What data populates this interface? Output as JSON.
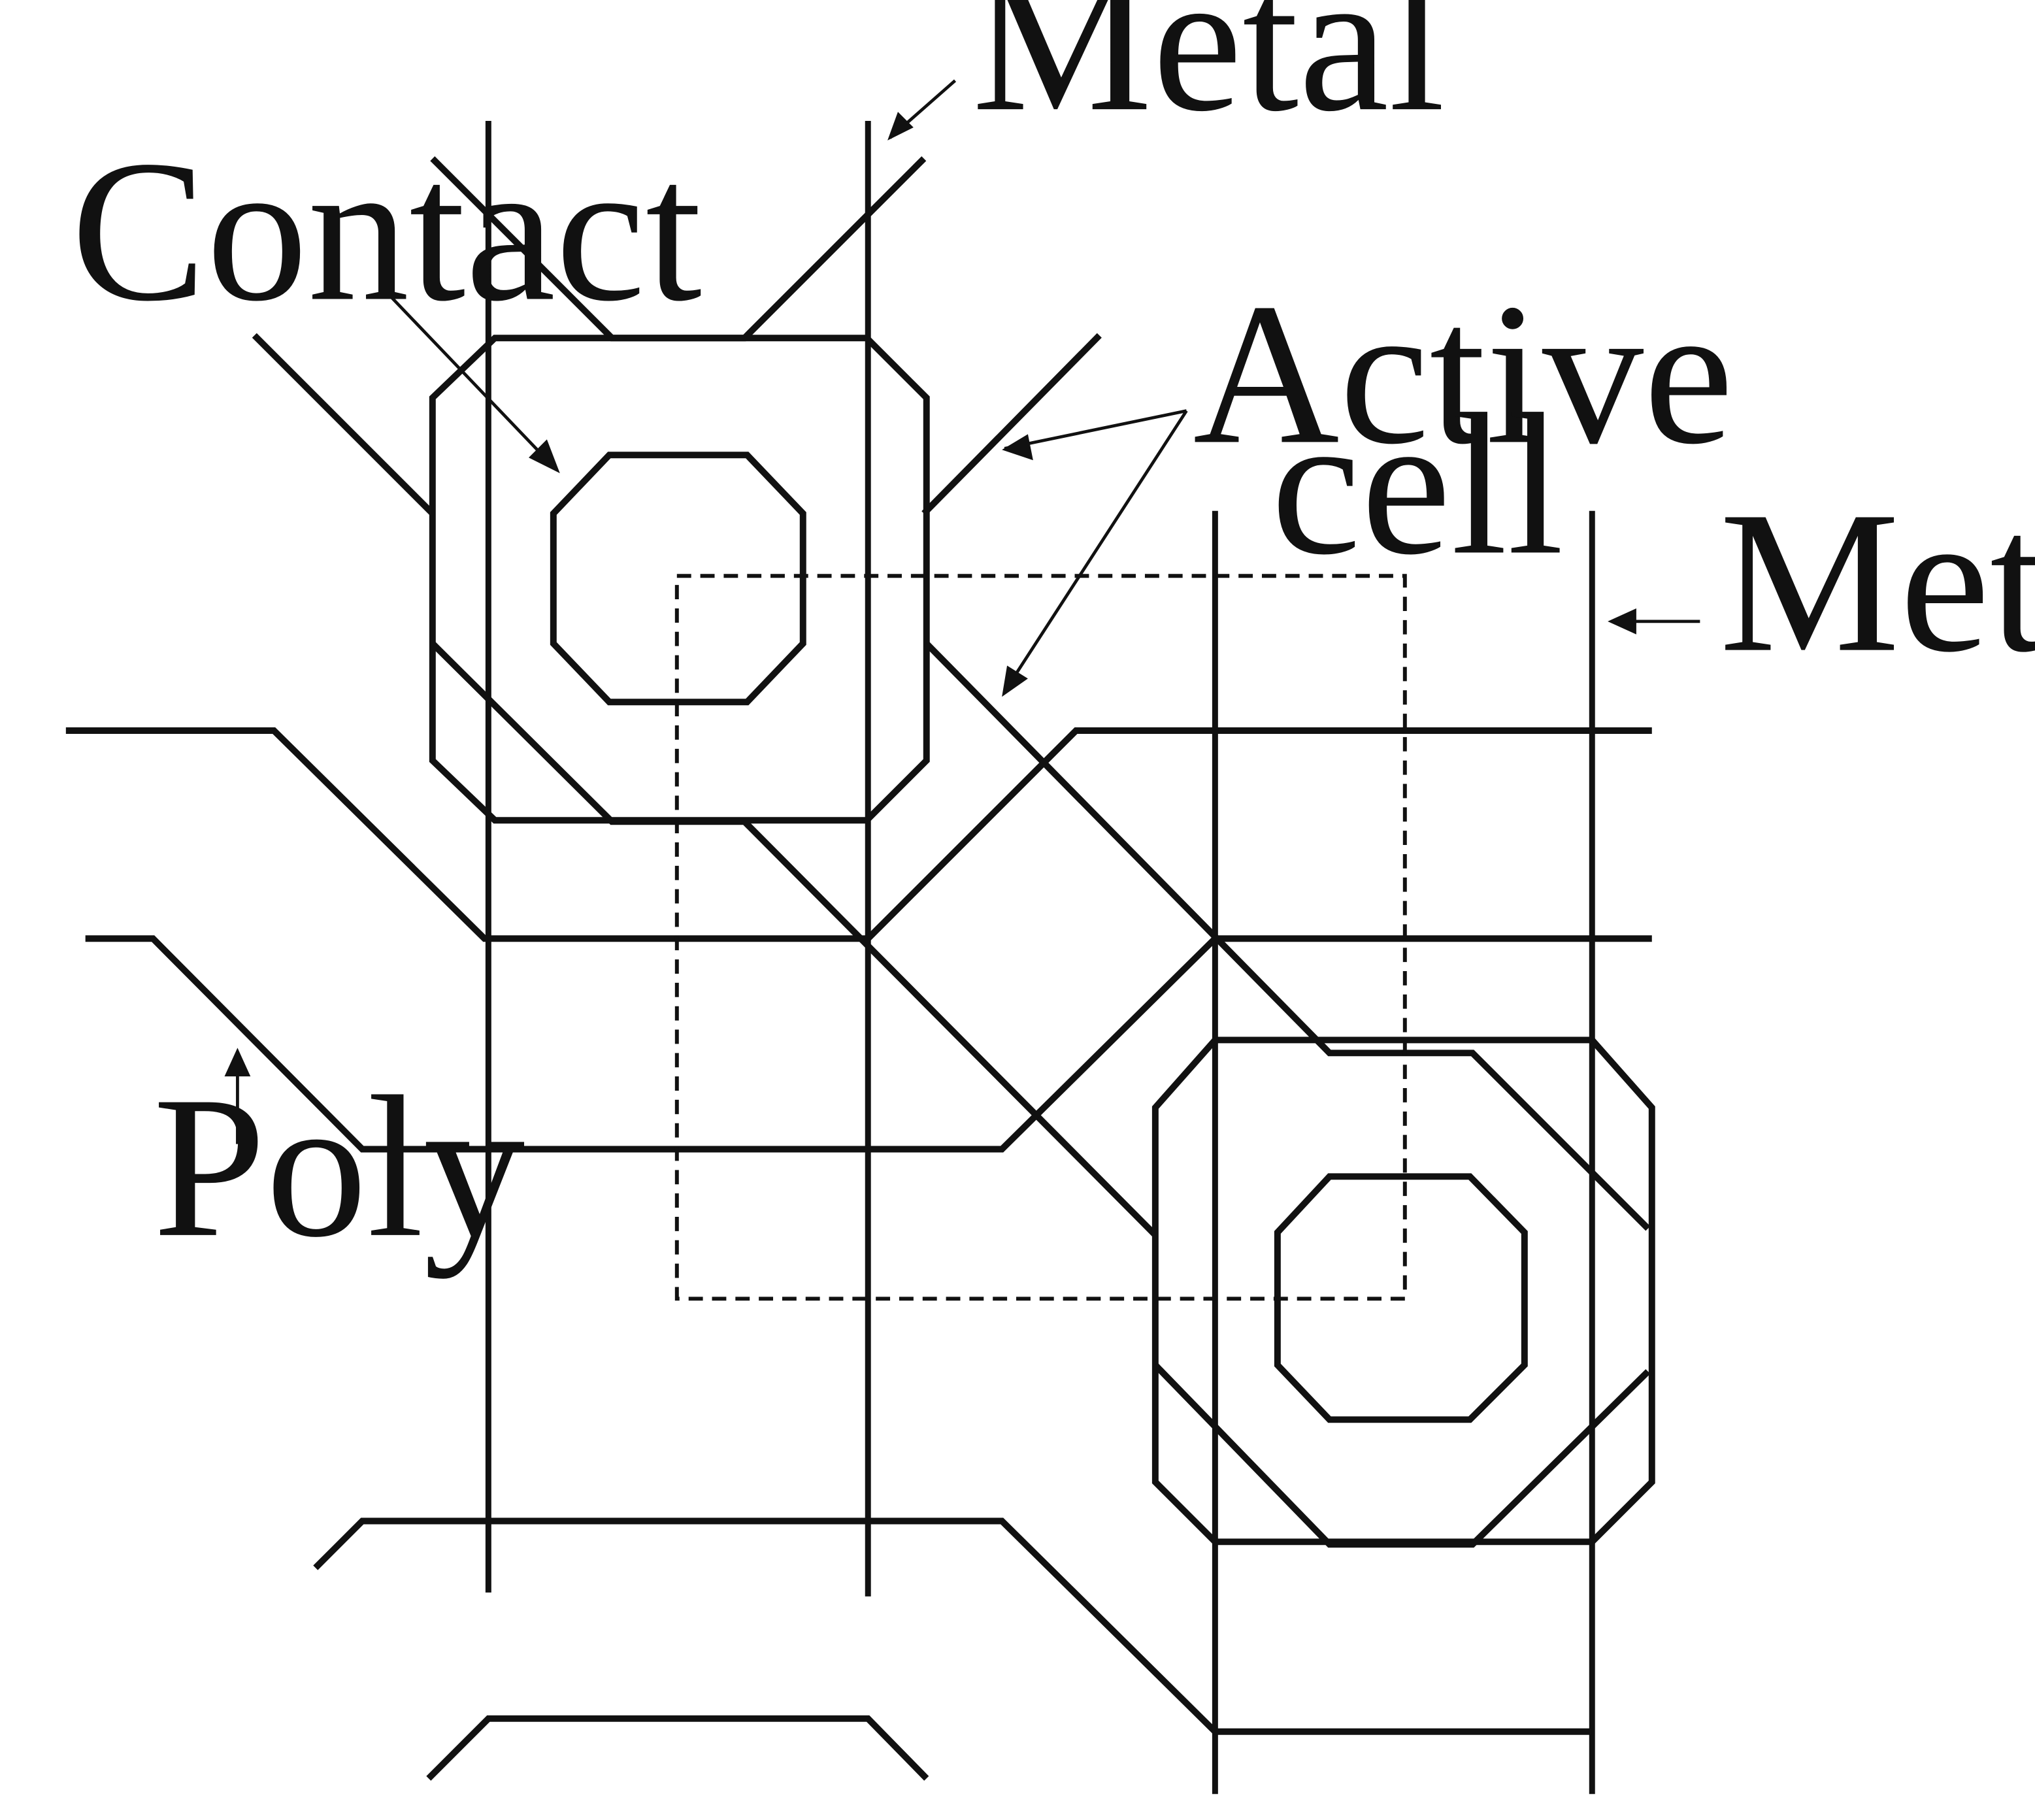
{
  "labels": {
    "metal_top": "Metal",
    "metal_right": "Metal",
    "contact": "Contact",
    "active_line1": "Active",
    "active_line2": "cell",
    "poly": "Poly"
  },
  "colors": {
    "ink": "#111111",
    "background": "#ffffff"
  }
}
